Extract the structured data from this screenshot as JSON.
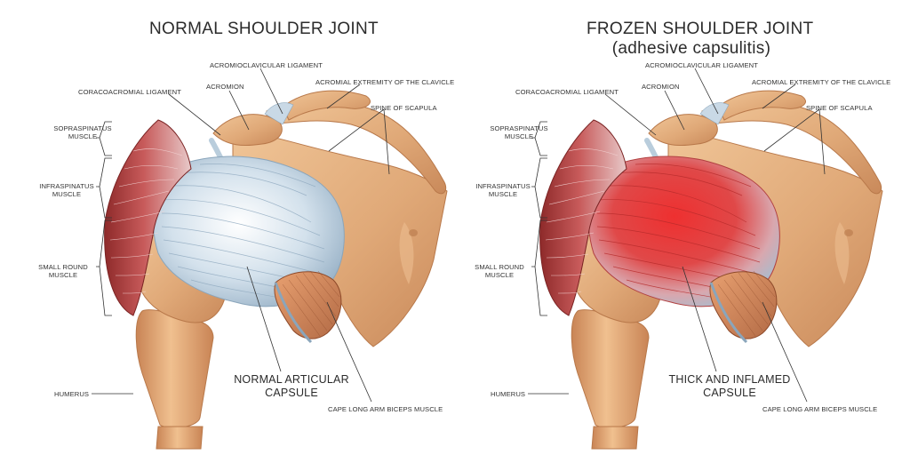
{
  "titles": {
    "left": "NORMAL SHOULDER JOINT",
    "right_line1": "FROZEN SHOULDER JOINT",
    "right_line2": "(adhesive capsulitis)"
  },
  "labels": {
    "acromioclavicular_ligament": "ACROMIOCLAVICULAR LIGAMENT",
    "acromion": "ACROMION",
    "acromial_extremity": "ACROMIAL EXTREMITY OF THE CLAVICLE",
    "coracoacromial_ligament": "CORACOACROMIAL LIGAMENT",
    "spine_of_scapula": "SPINE OF SCAPULA",
    "sopraspinatus_line1": "SOPRASPINATUS",
    "sopraspinatus_line2": "MUSCLE",
    "infraspinatus_line1": "INFRASPINATUS",
    "infraspinatus_line2": "MUSCLE",
    "small_round_line1": "SMALL ROUND",
    "small_round_line2": "MUSCLE",
    "humerus": "HUMERUS",
    "biceps": "CAPE LONG ARM BICEPS MUSCLE"
  },
  "capsule_labels": {
    "normal_line1": "NORMAL ARTICULAR",
    "normal_line2": "CAPSULE",
    "inflamed_line1": "THICK AND INFLAMED",
    "inflamed_line2": "CAPSULE"
  },
  "colors": {
    "bone": "#e0a978",
    "bone_dark": "#b8784a",
    "capsule_normal": "#c6d8e6",
    "capsule_inflamed": "#d83a3a",
    "muscle": "#a83a3a",
    "line": "#333333"
  }
}
